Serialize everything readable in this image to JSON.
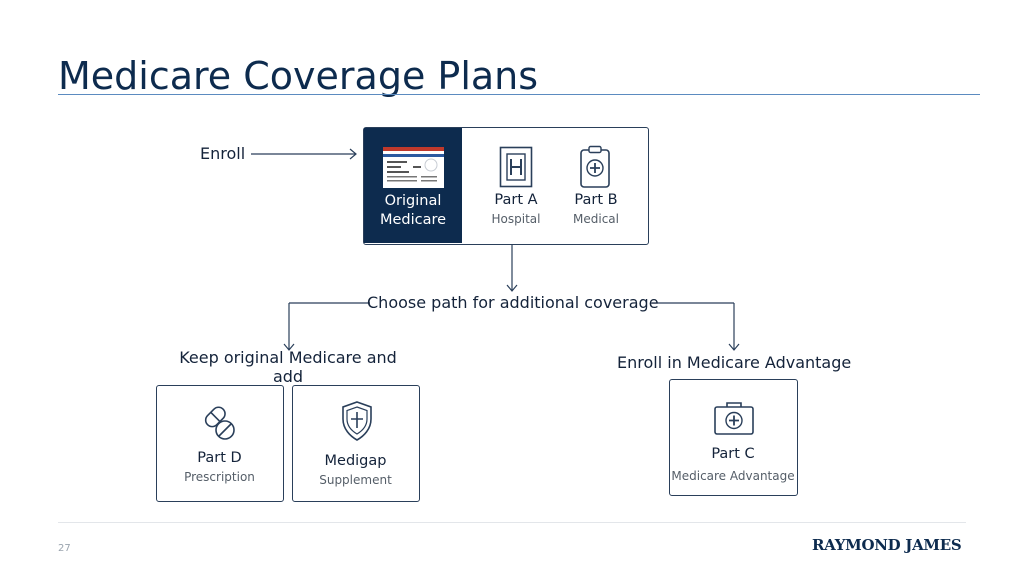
{
  "slide": {
    "title": "Medicare Coverage Plans",
    "page_number": "27",
    "logo_text": "RAYMOND JAMES"
  },
  "diagram": {
    "enroll_label": "Enroll",
    "original": {
      "label_line1": "Original",
      "label_line2": "Medicare",
      "part_a": {
        "title": "Part A",
        "subtitle": "Hospital"
      },
      "part_b": {
        "title": "Part B",
        "subtitle": "Medical"
      }
    },
    "choose_label": "Choose path for additional coverage",
    "keep_label": "Keep original Medicare and add",
    "advantage_label": "Enroll in Medicare Advantage",
    "part_d": {
      "title": "Part D",
      "subtitle": "Prescription"
    },
    "medigap": {
      "title": "Medigap",
      "subtitle": "Supplement"
    },
    "part_c": {
      "title": "Part C",
      "subtitle": "Medicare Advantage"
    }
  },
  "icons": [
    "medicare-card-icon",
    "hospital-icon",
    "clipboard-medical-icon",
    "pills-icon",
    "shield-icon",
    "medical-kit-icon"
  ],
  "colors": {
    "navy": "#0d2b4e",
    "rule": "#5b8bc0",
    "text": "#14233a"
  }
}
